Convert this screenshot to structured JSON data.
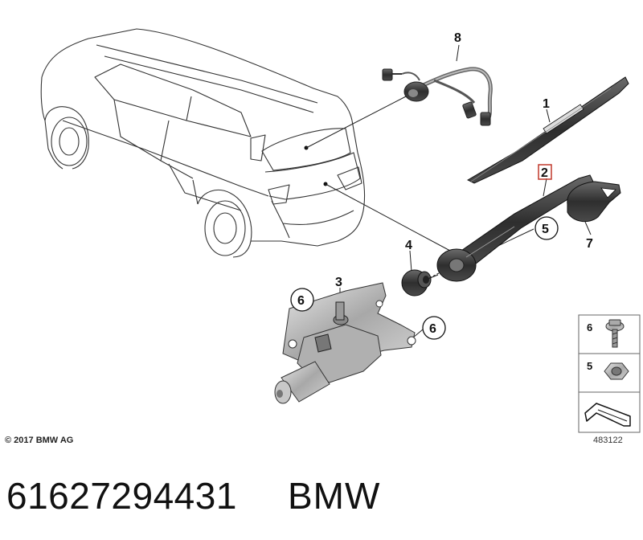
{
  "callouts": {
    "c1": "1",
    "c2": "2",
    "c3": "3",
    "c4": "4",
    "c5": "5",
    "c6a": "6",
    "c6b": "6",
    "c7": "7",
    "c8": "8"
  },
  "legend": {
    "item6": "6",
    "item5": "5"
  },
  "copyright": "© 2017 BMW AG",
  "ref_number": "483122",
  "part_number": "61627294431",
  "brand": "BMW",
  "colors": {
    "highlight": "#c0392b",
    "line": "#333333",
    "part_dark": "#3a3a3a",
    "part_mid": "#8a8a8a"
  }
}
